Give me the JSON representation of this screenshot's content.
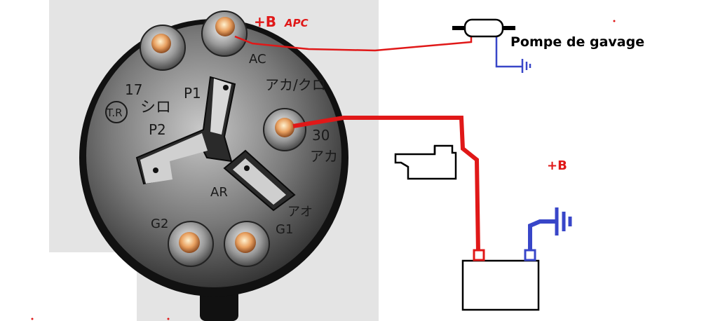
{
  "labels": {
    "plus_b_top": "+B",
    "apc": "APC",
    "pump": "Pompe de gavage",
    "plus_b_right": "+B"
  },
  "switch_markings": {
    "t17": "17",
    "shiro": "シロ",
    "tr": "T.R",
    "p1": "P1",
    "p2": "P2",
    "ac": "AC",
    "aka_kuro": "アカ/クロ",
    "t30": "30",
    "aka": "アカ",
    "ar": "AR",
    "g2": "G2",
    "g1": "G1",
    "ao": "アオ"
  },
  "colors": {
    "power_wire": "#e01818",
    "ground_wire": "#3846c8",
    "outline": "#000000",
    "switch_body": "#3a3a3a",
    "terminal": "#e8a060"
  }
}
